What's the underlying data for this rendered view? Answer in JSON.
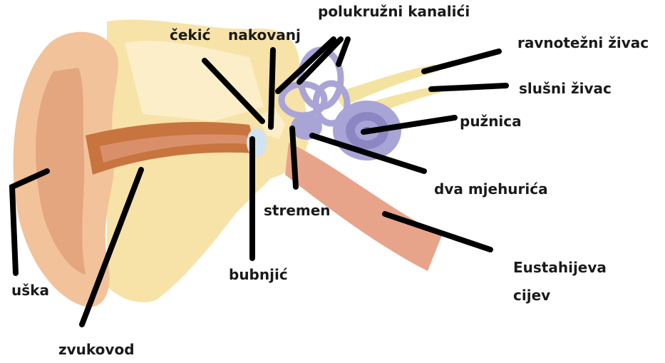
{
  "labels": {
    "cekic": "čekić",
    "nakovanj": "nakovanj",
    "polukruzni": "polukružni kanalići",
    "ravnotezni": "ravnotežni živac",
    "slusni": "slušni živac",
    "puznica": "pužnica",
    "mjehurica": "dva mjehurića",
    "stremen": "stremen",
    "eustahijeva_1": "Eustahijeva",
    "eustahijeva_2": "cijev",
    "bubnjic": "bubnjić",
    "uska": "uška",
    "zvukovod": "zvukovod"
  },
  "colors": {
    "skin": "#f2c29a",
    "skin_dark": "#d9906a",
    "canal": "#c8743f",
    "bone": "#f7e2a8",
    "bone_light": "#fbeec8",
    "cochlea": "#a9a4d6",
    "cochlea_dark": "#6f68b0",
    "nerve": "#f4e3a0",
    "tube": "#e8a48a",
    "drum": "#cfe3f2",
    "line": "#000000"
  }
}
